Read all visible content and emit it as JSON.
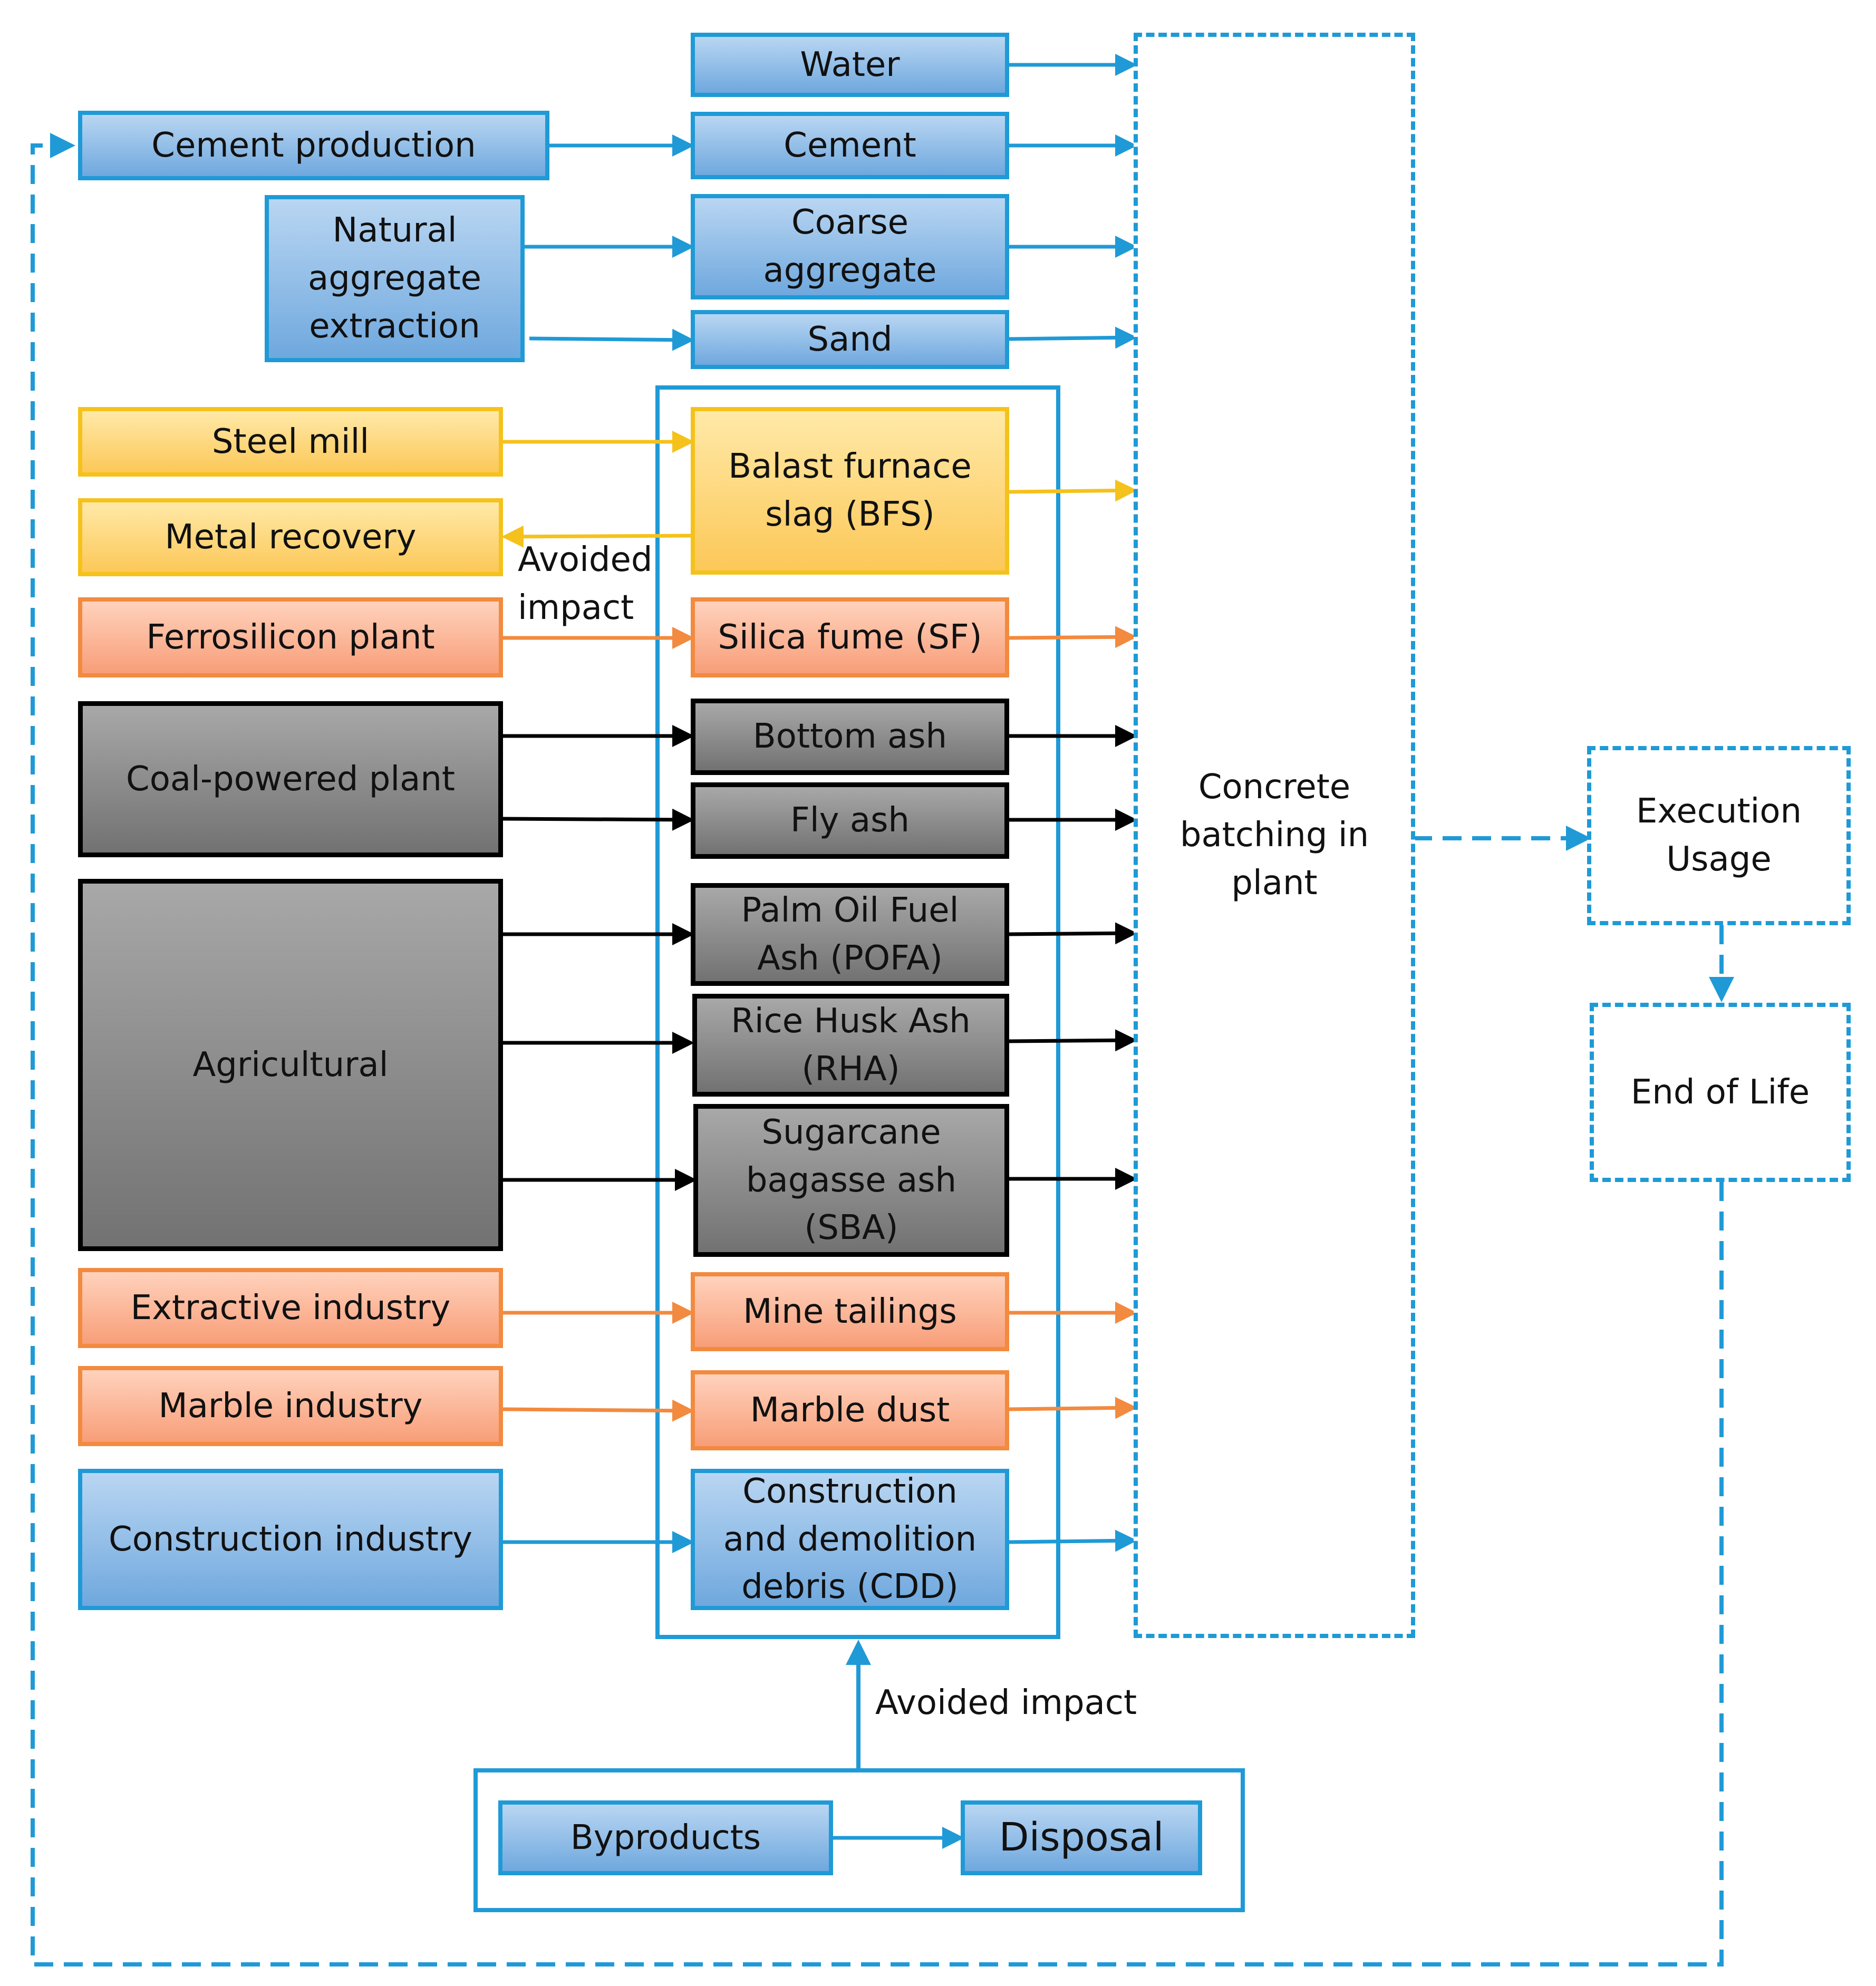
{
  "colors": {
    "blue_border": "#1f9ad6",
    "blue_fill": "#9cc3ea",
    "yellow_border": "#f5c21b",
    "yellow_fill": "#fdd97e",
    "orange_border": "#f28a3f",
    "orange_fill": "#fbb596",
    "gray_fill": "#8f8f8f",
    "black": "#000000"
  },
  "inputs": {
    "water": "Water",
    "cement": "Cement",
    "coarse_aggregate": "Coarse\naggregate",
    "sand": "Sand"
  },
  "sources": {
    "cement_production": "Cement production",
    "natural_aggregate_extraction": "Natural\naggregate\nextraction",
    "steel_mill": "Steel mill",
    "metal_recovery": "Metal recovery",
    "ferrosilicon_plant": "Ferrosilicon plant",
    "coal_powered_plant": "Coal-powered plant",
    "agricultural": "Agricultural",
    "extractive_industry": "Extractive industry",
    "marble_industry": "Marble industry",
    "construction_industry": "Construction industry"
  },
  "byproducts": {
    "bfs": "Balast furnace\nslag (BFS)",
    "sf": "Silica fume (SF)",
    "bottom_ash": "Bottom ash",
    "fly_ash": "Fly ash",
    "pofa": "Palm Oil Fuel\nAsh (POFA)",
    "rha": "Rice Husk Ash\n(RHA)",
    "sba": "Sugarcane\nbagasse ash\n(SBA)",
    "mine_tailings": "Mine tailings",
    "marble_dust": "Marble dust",
    "cdd": "Construction\nand demolition\ndebris (CDD)"
  },
  "plant": {
    "batching": "Concrete\nbatching in\nplant",
    "execution": "Execution\nUsage",
    "end_of_life": "End of Life"
  },
  "disposal": {
    "byproducts": "Byproducts",
    "disposal": "Disposal"
  },
  "annotations": {
    "avoided_impact_metal": "Avoided\nimpact",
    "avoided_impact_bottom": "Avoided impact"
  }
}
